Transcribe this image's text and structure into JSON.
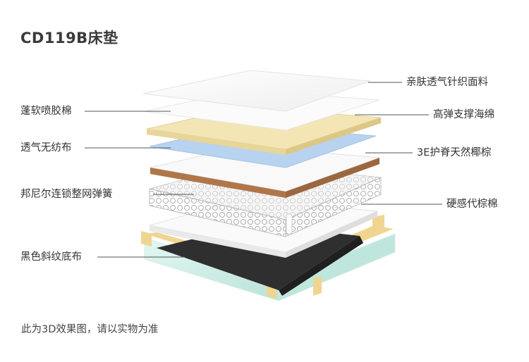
{
  "title": "CD119B床垫",
  "layers_left": [
    {
      "label": "蓬软喷胶棉"
    },
    {
      "label": "透气无纺布"
    },
    {
      "label": "邦尼尔连锁整网弹簧"
    },
    {
      "label": "黑色斜纹底布"
    }
  ],
  "layers_right": [
    {
      "label": "亲肤透气针织面料"
    },
    {
      "label": "高弹支撑海绵"
    },
    {
      "label": "3E护脊天然椰棕"
    },
    {
      "label": "硬感代棕棉"
    }
  ],
  "footer_note": "此为3D效果图，请以实物为准",
  "colors": {
    "fabric": "#ffffff",
    "sponge": "#f3e6b4",
    "nonwoven": "#b7d3ef",
    "coir": "#b0764a",
    "base_fabric": "#2f2f2f",
    "frame": "#cdeee6",
    "frame_edge": "#f0d590",
    "leader_line": "#555555"
  }
}
